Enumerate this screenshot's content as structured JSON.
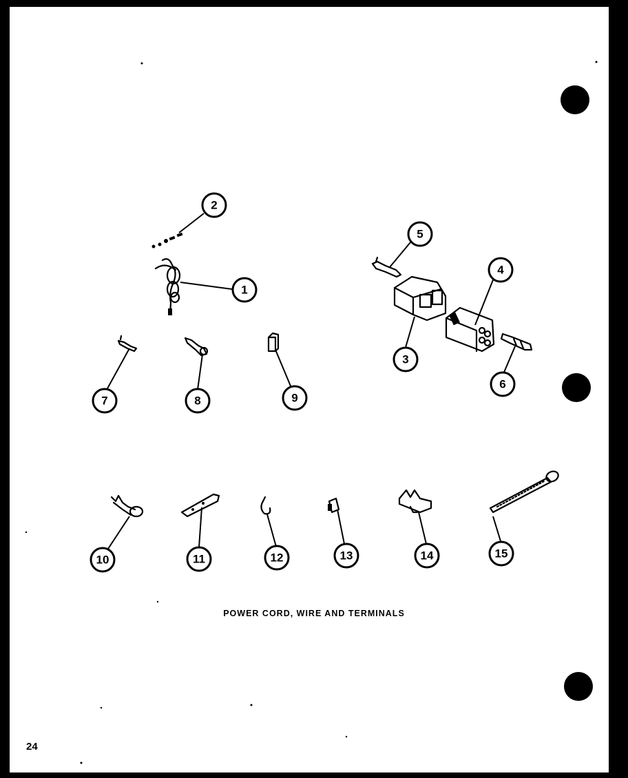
{
  "diagram": {
    "caption": "POWER CORD, WIRE AND TERMINALS",
    "page_number": "24",
    "callouts": [
      "1",
      "2",
      "3",
      "4",
      "5",
      "6",
      "7",
      "8",
      "9",
      "10",
      "11",
      "12",
      "13",
      "14",
      "15"
    ]
  }
}
